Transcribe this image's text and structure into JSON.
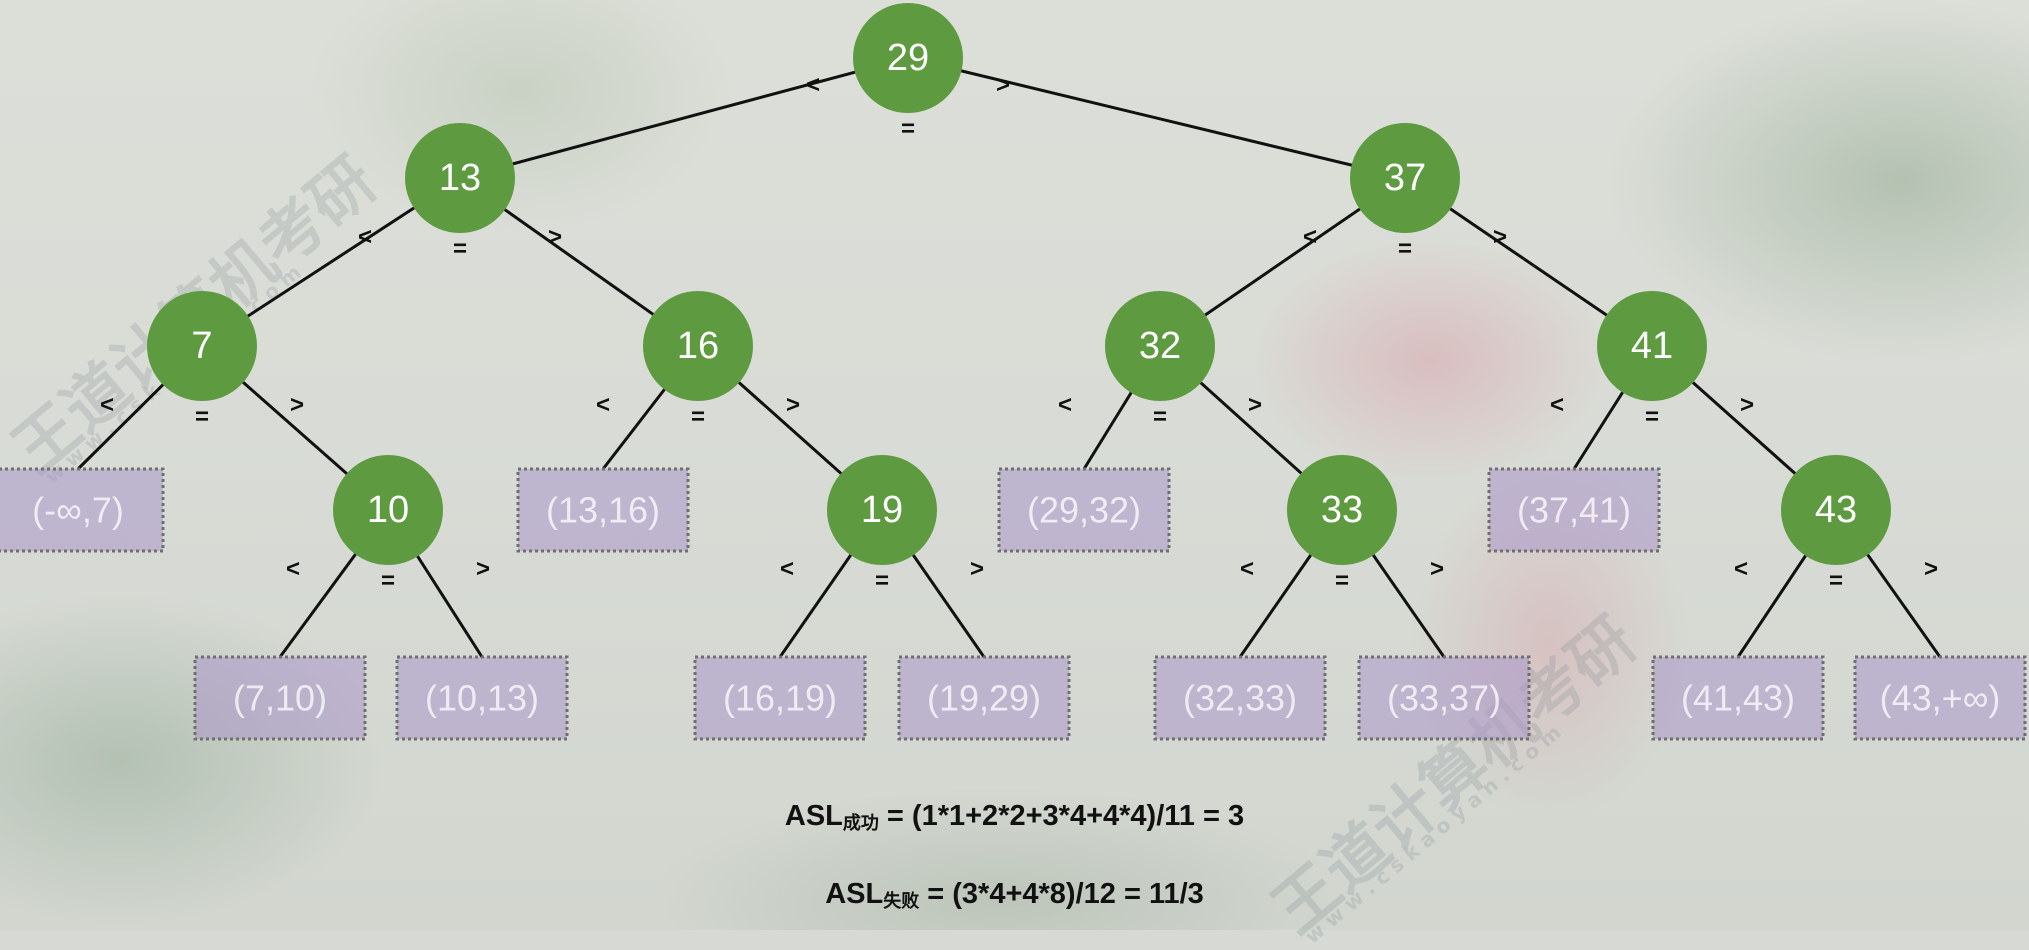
{
  "nodes": [
    {
      "id": "n29",
      "label": "29"
    },
    {
      "id": "n13",
      "label": "13"
    },
    {
      "id": "n37",
      "label": "37"
    },
    {
      "id": "n7",
      "label": "7"
    },
    {
      "id": "n16",
      "label": "16"
    },
    {
      "id": "n32",
      "label": "32"
    },
    {
      "id": "n41",
      "label": "41"
    },
    {
      "id": "n10",
      "label": "10"
    },
    {
      "id": "n19",
      "label": "19"
    },
    {
      "id": "n33",
      "label": "33"
    },
    {
      "id": "n43",
      "label": "43"
    }
  ],
  "leaves": [
    {
      "id": "f1",
      "label": "(-∞,7)"
    },
    {
      "id": "f2",
      "label": "(7,10)"
    },
    {
      "id": "f3",
      "label": "(10,13)"
    },
    {
      "id": "f4",
      "label": "(13,16)"
    },
    {
      "id": "f5",
      "label": "(16,19)"
    },
    {
      "id": "f6",
      "label": "(19,29)"
    },
    {
      "id": "f7",
      "label": "(29,32)"
    },
    {
      "id": "f8",
      "label": "(32,33)"
    },
    {
      "id": "f9",
      "label": "(33,37)"
    },
    {
      "id": "f10",
      "label": "(37,41)"
    },
    {
      "id": "f11",
      "label": "(41,43)"
    },
    {
      "id": "f12",
      "label": "(43,+∞)"
    }
  ],
  "edges": [
    {
      "from": "n29",
      "to": "n13",
      "label": "<"
    },
    {
      "from": "n29",
      "to": "n37",
      "label": ">"
    },
    {
      "from": "n13",
      "to": "n7",
      "label": "<"
    },
    {
      "from": "n13",
      "to": "n16",
      "label": ">"
    },
    {
      "from": "n37",
      "to": "n32",
      "label": "<"
    },
    {
      "from": "n37",
      "to": "n41",
      "label": ">"
    },
    {
      "from": "n7",
      "to": "f1",
      "label": "<"
    },
    {
      "from": "n7",
      "to": "n10",
      "label": ">"
    },
    {
      "from": "n16",
      "to": "f4",
      "label": "<"
    },
    {
      "from": "n16",
      "to": "n19",
      "label": ">"
    },
    {
      "from": "n32",
      "to": "f7",
      "label": "<"
    },
    {
      "from": "n32",
      "to": "n33",
      "label": ">"
    },
    {
      "from": "n41",
      "to": "f10",
      "label": "<"
    },
    {
      "from": "n41",
      "to": "n43",
      "label": ">"
    },
    {
      "from": "n10",
      "to": "f2",
      "label": "<"
    },
    {
      "from": "n10",
      "to": "f3",
      "label": ">"
    },
    {
      "from": "n19",
      "to": "f5",
      "label": "<"
    },
    {
      "from": "n19",
      "to": "f6",
      "label": ">"
    },
    {
      "from": "n33",
      "to": "f8",
      "label": "<"
    },
    {
      "from": "n33",
      "to": "f9",
      "label": ">"
    },
    {
      "from": "n43",
      "to": "f11",
      "label": "<"
    },
    {
      "from": "n43",
      "to": "f12",
      "label": ">"
    }
  ],
  "equal_marker": "=",
  "formulas": {
    "success": {
      "prefix": "ASL",
      "sub": "成功",
      "expr": " = (1*1+2*2+3*4+4*4)/11 = 3"
    },
    "failure": {
      "prefix": "ASL",
      "sub": "失败",
      "expr": " = (3*4+4*8)/12 = 11/3"
    }
  },
  "watermark": {
    "brand": "王道计算机考研",
    "url": "w w w . c s k a o y a n . c o m"
  }
}
